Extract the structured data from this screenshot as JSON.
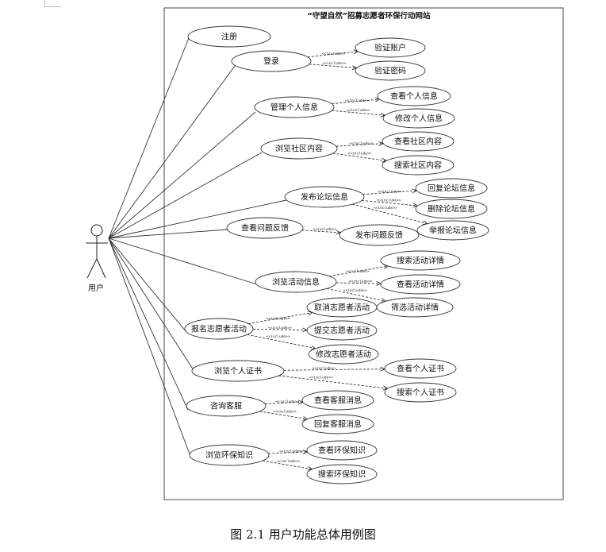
{
  "system_title": "“守望自然”招募志愿者环保行动网站",
  "actor_label": "用户",
  "include_label": "<<include>>",
  "caption": "图 2.1 用户功能总体用例图",
  "use_cases": {
    "register": "注册",
    "login": "登录",
    "verify_account": "验证账户",
    "verify_password": "验证密码",
    "manage_info": "管理个人信息",
    "view_info": "查看个人信息",
    "edit_info": "修改个人信息",
    "browse_community": "浏览社区内容",
    "view_community": "查看社区内容",
    "search_community": "搜索社区内容",
    "post_forum": "发布论坛信息",
    "reply_forum": "回复论坛信息",
    "delete_forum": "删除论坛信息",
    "report_forum": "举报论坛信息",
    "view_feedback": "查看问题反馈",
    "post_feedback": "发布问题反馈",
    "browse_activity": "浏览活动信息",
    "search_activity": "搜索活动详情",
    "view_activity": "查看活动详情",
    "filter_activity": "筛选活动详情",
    "signup_volunteer": "报名志愿者活动",
    "cancel_volunteer": "取消志愿者活动",
    "submit_volunteer": "提交志愿者活动",
    "edit_volunteer": "修改志愿者活动",
    "browse_cert": "浏览个人证书",
    "view_cert": "查看个人证书",
    "search_cert": "搜索个人证书",
    "consult_service": "咨询客服",
    "view_service": "查看客服消息",
    "reply_service": "回复客服消息",
    "browse_knowledge": "浏览环保知识",
    "view_knowledge": "查看环保知识",
    "search_knowledge": "搜索环保知识"
  }
}
